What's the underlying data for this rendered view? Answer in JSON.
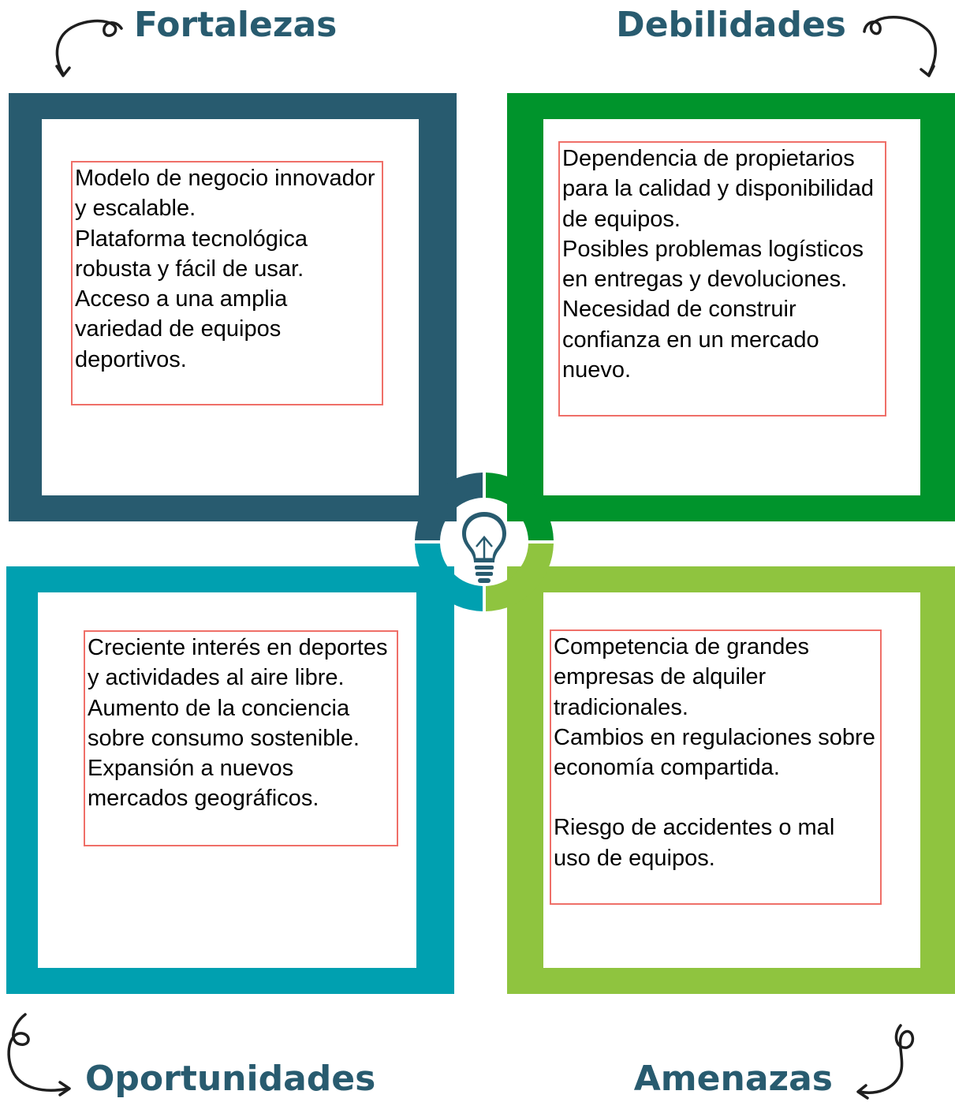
{
  "quadrants": {
    "fortalezas": {
      "title": "Fortalezas",
      "color": "#285b6f",
      "items": [
        "Modelo de negocio innovador y escalable.",
        "Plataforma tecnológica robusta y fácil de usar.",
        "Acceso a una amplia variedad de equipos deportivos."
      ]
    },
    "debilidades": {
      "title": "Debilidades",
      "color": "#00942c",
      "items": [
        "Dependencia de propietarios para la calidad y disponibilidad de equipos.",
        "Posibles problemas logísticos en entregas y devoluciones.",
        "Necesidad de construir confianza en un mercado nuevo."
      ]
    },
    "oportunidades": {
      "title": "Oportunidades",
      "color": "#00a0b0",
      "items": [
        "Creciente interés en deportes y actividades al aire libre.",
        "Aumento de la conciencia sobre consumo sostenible.",
        "Expansión a nuevos mercados geográficos."
      ]
    },
    "amenazas": {
      "title": "Amenazas",
      "color": "#8fc43f",
      "items": [
        "Competencia de grandes empresas de alquiler tradicionales.",
        "Cambios en regulaciones sobre economía compartida.",
        "Riesgo de accidentes o mal uso de equipos."
      ]
    }
  },
  "center_icon": "lightbulb-icon",
  "heading_color": "#285b6f",
  "box_border_color": "#ef6f68"
}
